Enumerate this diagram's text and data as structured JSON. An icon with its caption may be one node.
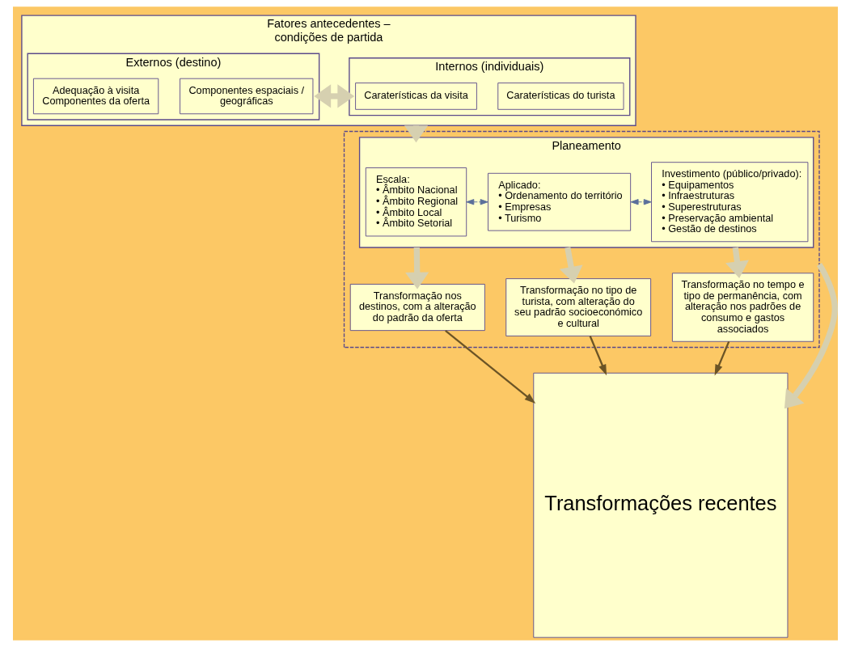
{
  "diagram": {
    "nodes": [
      {
        "text": [
          "Fatores antecedentes – condições de partida"
        ]
      },
      {
        "text": [
          "Internos (individuais)"
        ],
        "in": 0
      },
      {
        "text": [
          "Caraterísticas do turista"
        ],
        "in": 1
      },
      {
        "text": [
          "Caraterísticas da visita"
        ],
        "in": 1
      },
      {
        "text": [
          "Externos (destino)"
        ],
        "in": 0
      },
      {
        "text": [
          "Componentes espaciais / geográficas"
        ],
        "in": 4
      },
      {
        "text": [
          "Adequação à visita Componentes da oferta"
        ],
        "in": 4
      },
      {
        "text": [],
        "shape": "box"
      },
      {
        "text": [
          "Planeamento"
        ],
        "in": 7
      },
      {
        "text": [
          "Escala:",
          "• Âmbito Nacional",
          "• Âmbito Regional",
          "• Âmbito Local",
          "• Âmbito Setorial"
        ],
        "in": 8
      },
      {
        "text": [
          "Aplicado:",
          "• Ordenamento do território",
          "• Empresas",
          "• Turismo"
        ],
        "in": 8
      },
      {
        "text": [
          "Investimento (público/privado):",
          "• Equipamentos",
          "• Infraestruturas",
          "• Superestruturas",
          "• Preservação ambiental",
          "• Gestão de destinos"
        ],
        "in": 8
      },
      {
        "text": [
          "Transformação nos destinos, com a alteração do padrão da oferta"
        ],
        "in": 7
      },
      {
        "text": [
          "Transformação no tipo de turista, com alteração do seu padrão socioeconómico e cultural"
        ],
        "in": 7
      },
      {
        "text": [
          "Transformação no tempo e tipo de permanência, com alteração nos padrões de consumo e gastos associados"
        ],
        "in": 7
      },
      {
        "text": [
          "Transformações recentes"
        ]
      }
    ],
    "edges": [
      {
        "from": 1,
        "to": 4,
        "arrow": "both",
        "color": "#d6d0b0"
      },
      {
        "from": 0,
        "to": 8,
        "arrow": "to",
        "color": "#d6d0b0"
      },
      {
        "from": 9,
        "to": 10,
        "arrow": "both",
        "style": "dashed",
        "color": "#5b6f9a"
      },
      {
        "from": 10,
        "to": 11,
        "arrow": "both",
        "style": "dashed",
        "color": "#5b6f9a"
      },
      {
        "from": 8,
        "to": 12,
        "arrow": "to",
        "color": "#d6d0b0"
      },
      {
        "from": 8,
        "to": 13,
        "arrow": "to",
        "color": "#d6d0b0"
      },
      {
        "from": 8,
        "to": 14,
        "arrow": "to",
        "color": "#d6d0b0"
      },
      {
        "from": 7,
        "to": 15,
        "arrow": "to",
        "color": "#d6d0b0"
      },
      {
        "from": 14,
        "to": 15,
        "arrow": "to",
        "color": "#6b5426"
      },
      {
        "from": 13,
        "to": 15,
        "arrow": "to",
        "color": "#6b5426"
      },
      {
        "from": 12,
        "to": 15,
        "arrow": "to",
        "color": "#6b5426"
      }
    ]
  }
}
